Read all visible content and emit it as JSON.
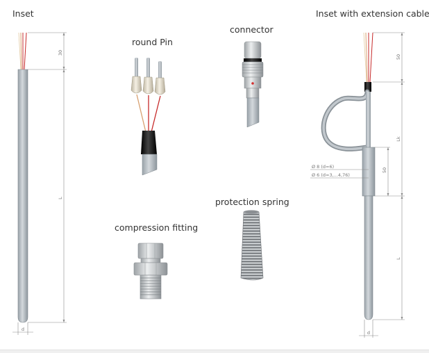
{
  "labels": {
    "inset": "Inset",
    "inset_ext": "Inset with extension cable",
    "round_pin": "round Pin",
    "connector": "connector",
    "protection_spring": "protection spring",
    "compression_fitting": "compression fitting"
  },
  "dims": {
    "inset_top": "30",
    "inset_length": "L",
    "inset_diameter": "d",
    "ext_top": "50",
    "ext_cable": "Lk",
    "ext_sleeve": "50",
    "ext_length": "L",
    "ext_diameter": "d",
    "ext_sleeve_d1": "Ø 8 (d=6)",
    "ext_sleeve_d2": "Ø 6 (d=3,...4,76)"
  },
  "colors": {
    "sheath": "#bfc6cc",
    "sheath_shade": "#9aa2a8",
    "wire_red": "#c62828",
    "wire_copper": "#d8a070",
    "wire_white": "#e6e0d0",
    "black": "#111111",
    "metal": "#c9ccce",
    "text": "#333333",
    "dim": "#8a8a8a"
  }
}
